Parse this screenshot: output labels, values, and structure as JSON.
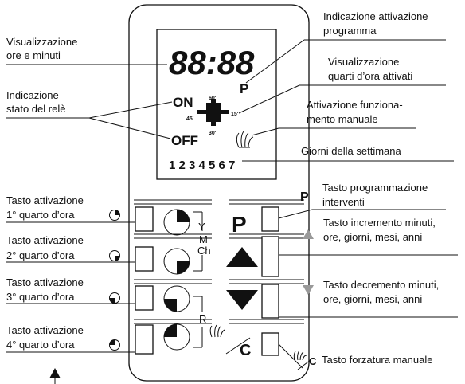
{
  "callouts": {
    "time_display": [
      "Visualizzazione",
      "ore e minuti"
    ],
    "relay_status": [
      "Indicazione",
      "stato del relè"
    ],
    "program_indicator": [
      "Indicazione attivazione",
      "programma"
    ],
    "quarters_display": [
      "Visualizzazione",
      "quarti d’ora attivati"
    ],
    "manual_activation": [
      "Attivazione funziona-",
      "mento manuale"
    ],
    "weekdays": "Giorni della settimana",
    "btn_q1": [
      "Tasto attivazione",
      "1° quarto d’ora"
    ],
    "btn_q2": [
      "Tasto attivazione",
      "2° quarto d’ora"
    ],
    "btn_q3": [
      "Tasto attivazione",
      "3° quarto d’ora"
    ],
    "btn_q4": [
      "Tasto attivazione",
      "4° quarto d’ora"
    ],
    "btn_program": [
      "Tasto programmazione",
      "interventi"
    ],
    "btn_increment": [
      "Tasto incremento minuti,",
      "ore, giorni, mesi, anni"
    ],
    "btn_decrement": [
      "Tasto decremento minuti,",
      "ore, giorni, mesi, anni"
    ],
    "btn_force": "Tasto forzatura manuale"
  },
  "display": {
    "time": "88:88",
    "on": "ON",
    "off": "OFF",
    "program": "P",
    "q60": "60'",
    "q15": "15'",
    "q30": "30'",
    "q45": "45'",
    "days": "1 2 3 4 5 6 7"
  },
  "keys": {
    "program": "P",
    "clear": "C",
    "y": "Y",
    "m": "M",
    "ch": "Ch",
    "r": "R",
    "legend_p": "P",
    "legend_c": "C"
  }
}
